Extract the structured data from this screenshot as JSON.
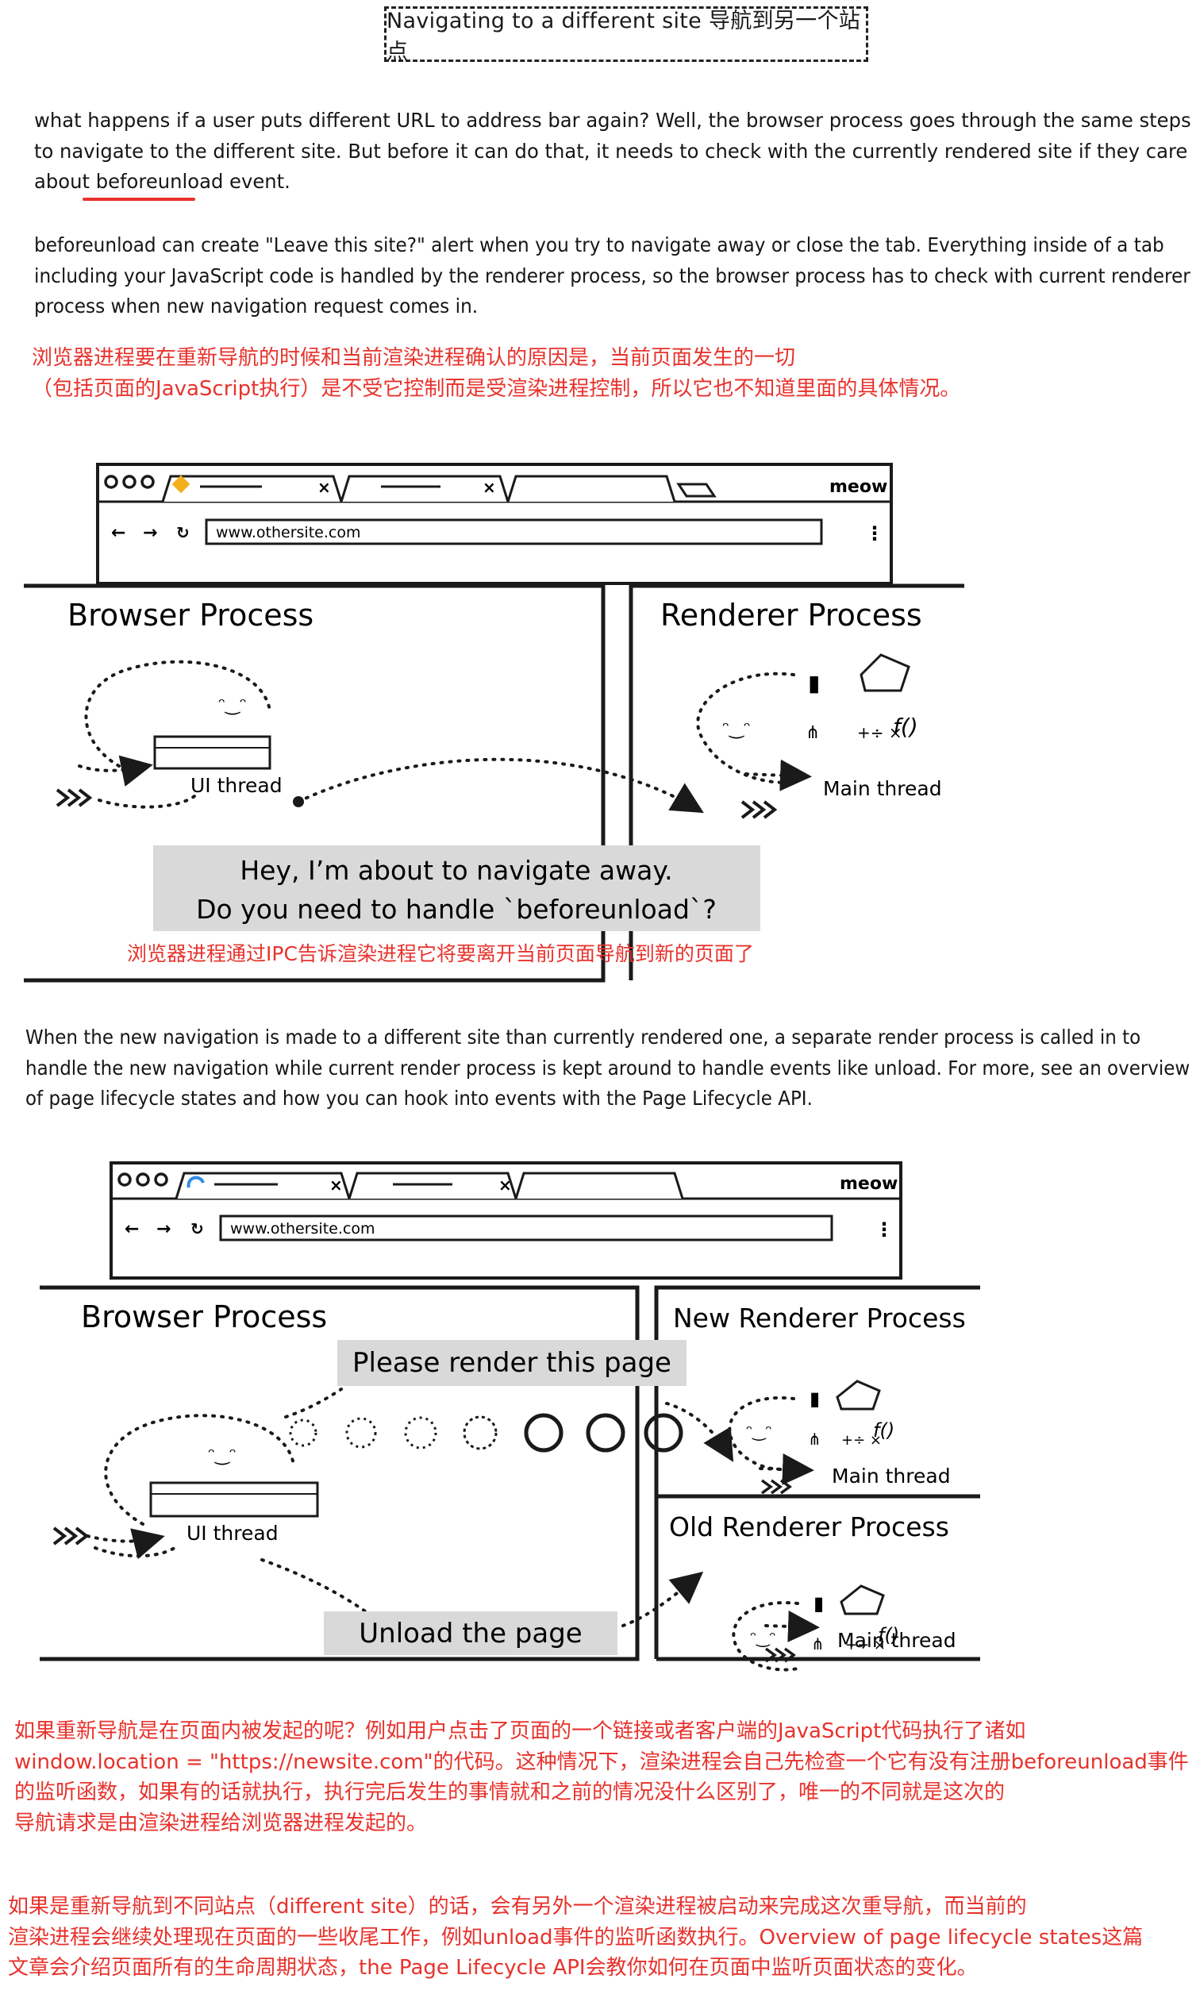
{
  "title": "Navigating to a different site 导航到另一个站点",
  "intro": {
    "p1": [
      "what happens if a user puts different URL to address bar again? Well, the browser process goes through the same steps",
      "to navigate to the different site. But before it can do that, it needs to check with the currently rendered site if they care",
      "about beforeunload event."
    ],
    "p2": [
      "beforeunload can create \"Leave this site?\" alert when you try to navigate away or close the tab. Everything inside of a tab",
      "including your JavaScript code is handled by the renderer process, so the browser process has to check with current renderer",
      "process when new navigation request comes in."
    ],
    "note": [
      "浏览器进程要在重新导航的时候和当前渲染进程确认的原因是，当前页面发生的一切",
      "（包括页面的JavaScript执行）是不受它控制而是受渲染进程控制，所以它也不知道里面的具体情况。"
    ]
  },
  "diagram1": {
    "url": "www.othersite.com",
    "brand": "meow",
    "browser_process": "Browser Process",
    "renderer_process": "Renderer Process",
    "ui_thread": "UI thread",
    "main_thread": "Main thread",
    "message_line1": "Hey, I’m about to navigate away.",
    "message_line2": "Do you need to handle `beforeunload`?",
    "note": "浏览器进程通过IPC告诉渲染进程它将要离开当前页面导航到新的页面了"
  },
  "middle": [
    "When the new navigation is made to a different site than currently rendered one, a separate render process is called in to",
    "handle the new navigation while current render process is kept around to handle events like unload. For more, see an overview",
    "of page lifecycle states and how you can hook into events with the Page Lifecycle API."
  ],
  "diagram2": {
    "url": "www.othersite.com",
    "brand": "meow",
    "browser_process": "Browser Process",
    "new_renderer": "New Renderer Process",
    "old_renderer": "Old Renderer Process",
    "ui_thread": "UI thread",
    "main_thread_new": "Main thread",
    "main_thread_old": "Main thread",
    "msg_render": "Please render this page",
    "msg_unload": "Unload the page"
  },
  "bottom": {
    "p1": [
      "如果重新导航是在页面内被发起的呢？例如用户点击了页面的一个链接或者客户端的JavaScript代码执行了诸如",
      "window.location = \"https://newsite.com\"的代码。这种情况下，渲染进程会自己先检查一个它有没有注册beforeunload事件",
      "的监听函数，如果有的话就执行，执行完后发生的事情就和之前的情况没什么区别了，唯一的不同就是这次的",
      "导航请求是由渲染进程给浏览器进程发起的。"
    ],
    "p2": [
      "如果是重新导航到不同站点（different site）的话，会有另外一个渲染进程被启动来完成这次重导航，而当前的",
      "渲染进程会继续处理现在页面的一些收尾工作，例如unload事件的监听函数执行。Overview of page lifecycle states这篇",
      "文章会介绍页面所有的生命周期状态，the Page Lifecycle API会教你如何在页面中监听页面状态的变化。"
    ]
  },
  "colors": {
    "accent_red": "#e8322c",
    "ink": "#1a1a1a",
    "gray_box": "#d9d9d9"
  }
}
